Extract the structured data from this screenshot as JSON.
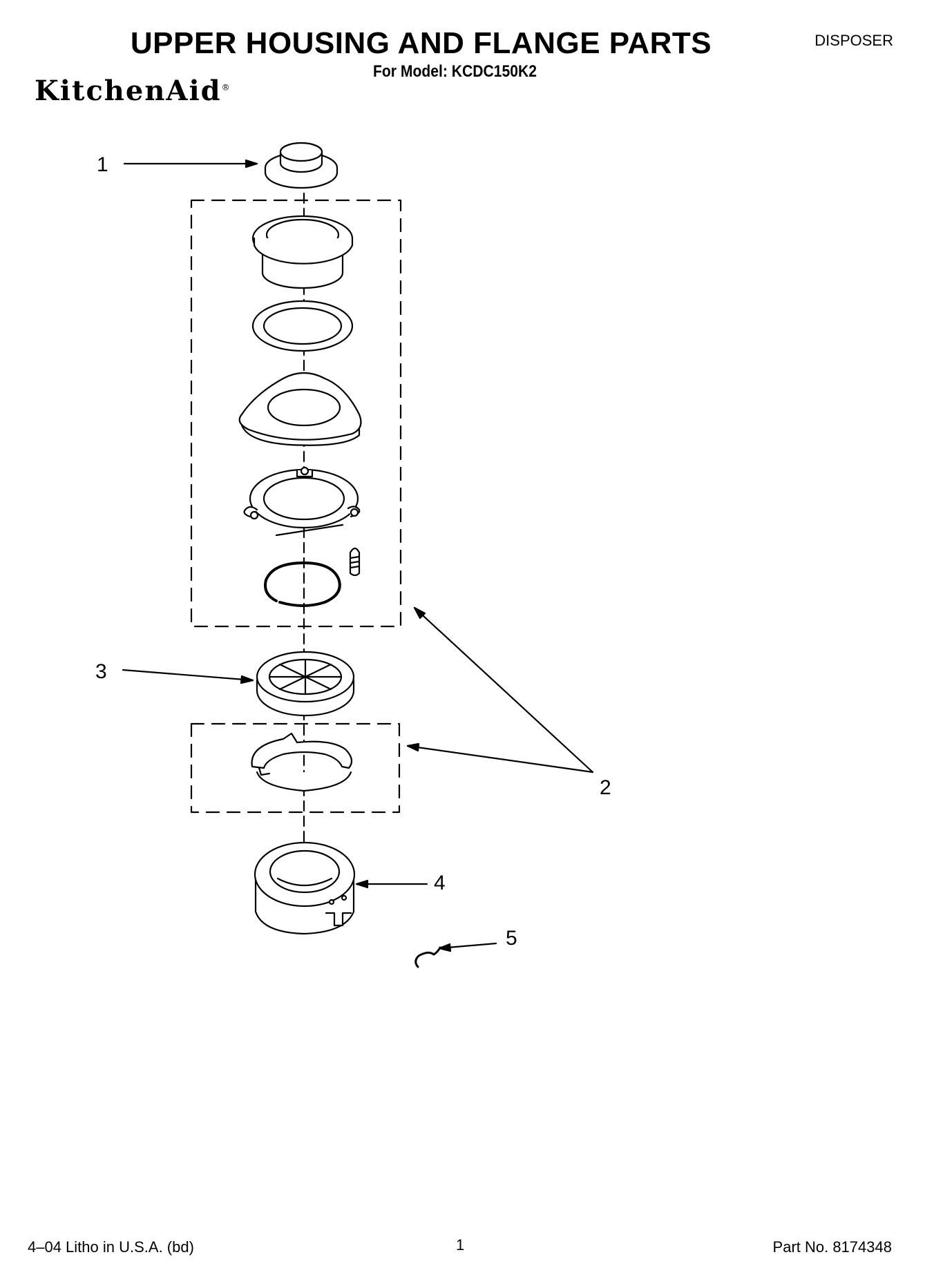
{
  "header": {
    "title": "UPPER HOUSING AND FLANGE PARTS",
    "model_line": "For Model: KCDC150K2",
    "category": "DISPOSER",
    "brand": "KitchenAid",
    "brand_mark": "®"
  },
  "callouts": [
    "1",
    "2",
    "3",
    "4",
    "5"
  ],
  "footer": {
    "litho": "4–04 Litho in U.S.A. (bd)",
    "page_number": "1",
    "part_number": "Part No. 8174348"
  }
}
